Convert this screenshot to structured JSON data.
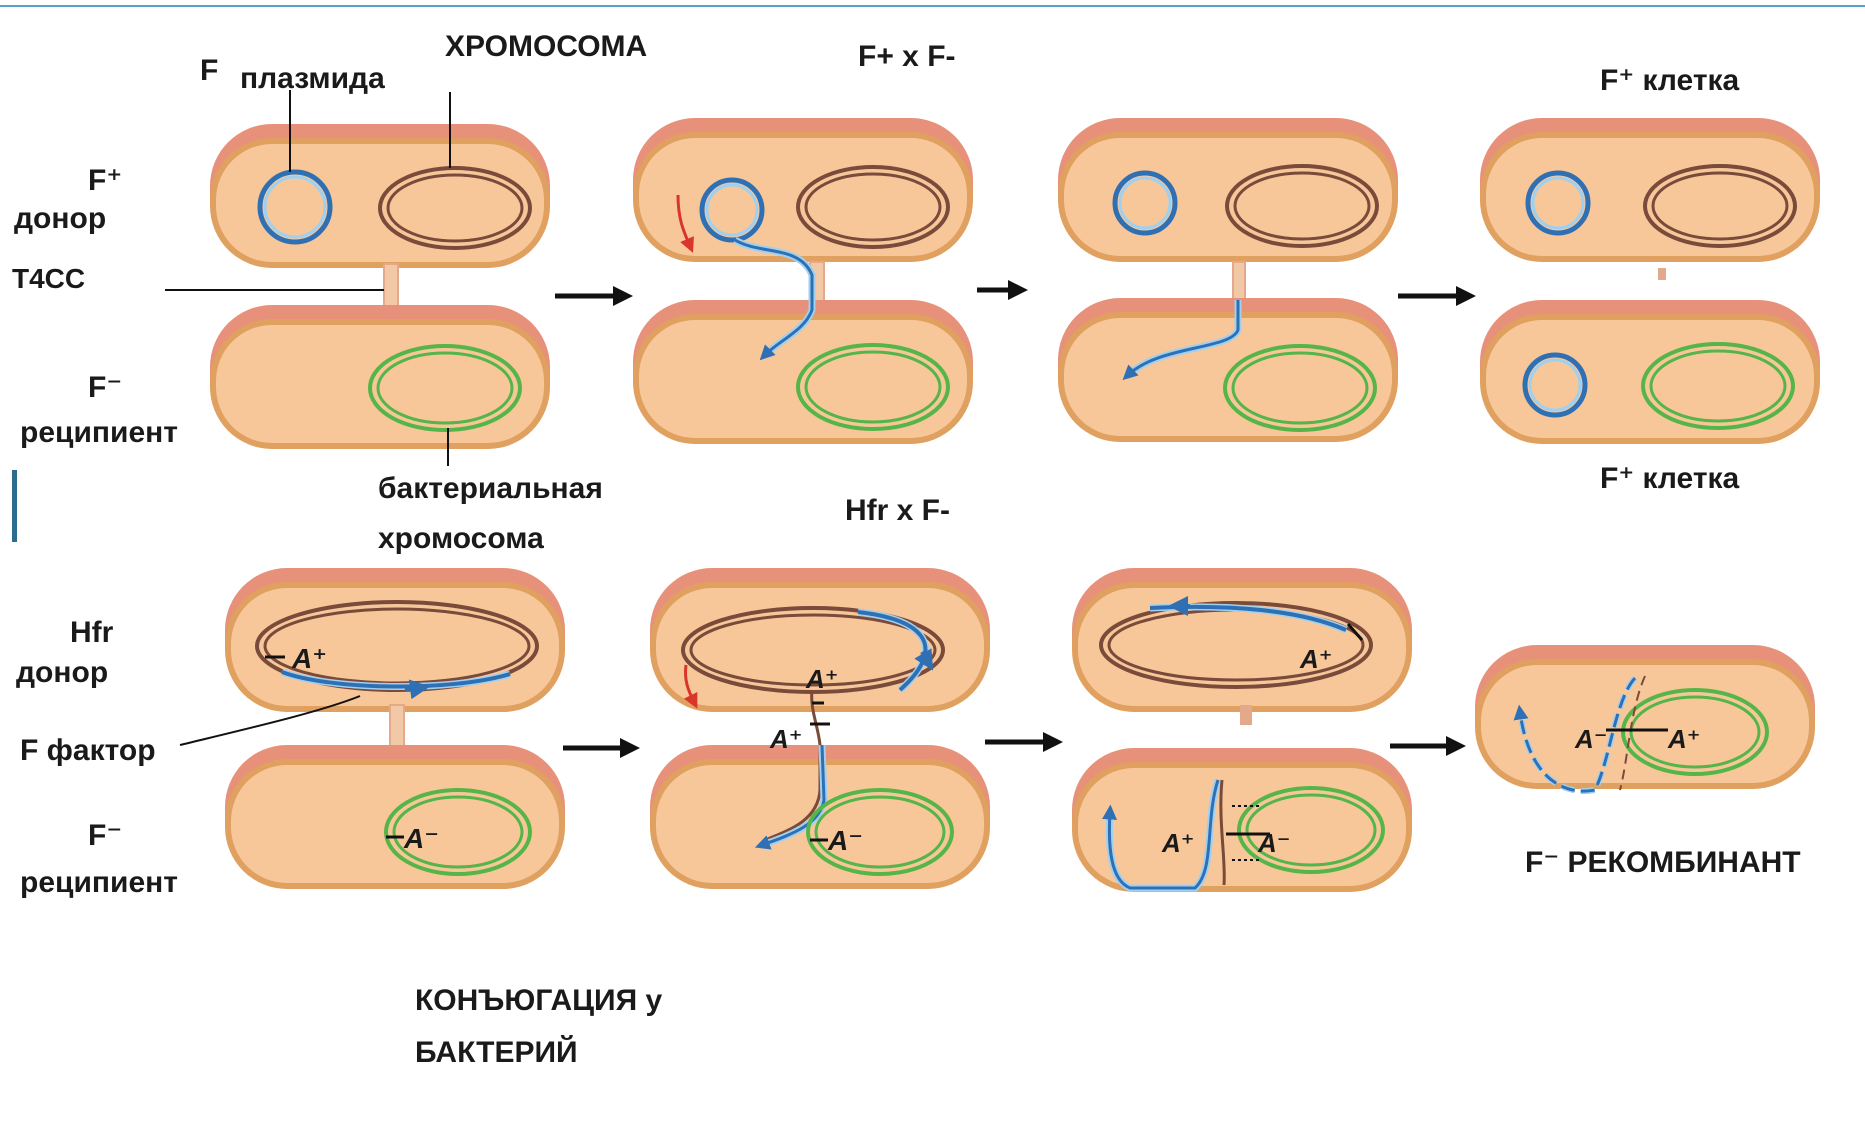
{
  "header": {
    "fp_x_fm": "F+  x  F-",
    "hfr_x_fm": "Hfr  x  F-"
  },
  "labels": {
    "f_letter": "F",
    "plasmid": "плазмида",
    "chromosome_top": "ХРОМОСОМА",
    "donor_sign": "F⁺",
    "donor_word": "донор",
    "t4ss": "T4CC",
    "recipient_sign": "F⁻",
    "recipient_word": "реципиент",
    "bact_chrom_1": "бактериальная",
    "bact_chrom_2": "хромосома",
    "fplus_cell_top": "F⁺  клетка",
    "fplus_cell_bottom": "F⁺  клетка",
    "hfr": "Hfr",
    "hfr_donor": "донор",
    "f_factor": "F фактор",
    "recipient_sign_2": "F⁻",
    "recipient_word_2": "реципиент",
    "recombinant": "F⁻ РЕКОМБИНАНТ",
    "caption_1": "КОНЪЮГАЦИЯ у",
    "caption_2": "БАКТЕРИЙ"
  },
  "alleles": {
    "a_plus": "A⁺",
    "a_minus": "A⁻",
    "a_minus_rec": "A⁻",
    "a_plus_rec": "A⁺"
  },
  "colors": {
    "cell_fill": "#f7c79a",
    "cell_edge": "#e0a060",
    "cell_top": "#e8917a",
    "plasmid": "#2f6fb3",
    "plasmid_light": "#9fd0f0",
    "chromosome": "#7a4a3a",
    "recipient_chromosome": "#55b548",
    "arrow_red": "#d9352a",
    "page_line": "#4fa3c8"
  },
  "icons": {
    "step_arrow": "right-arrow-icon"
  }
}
